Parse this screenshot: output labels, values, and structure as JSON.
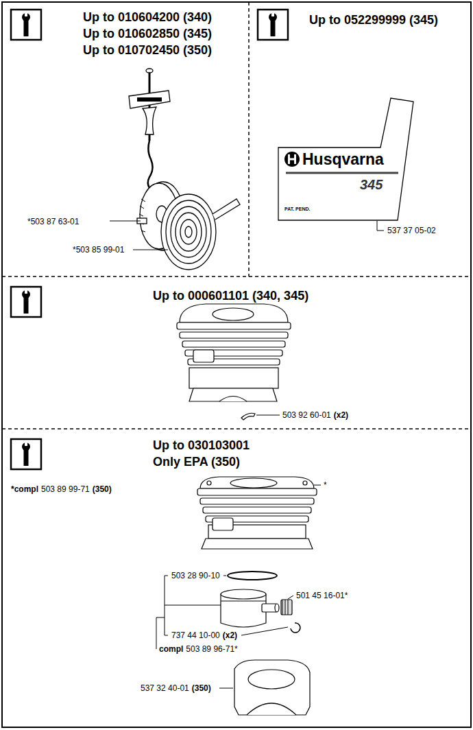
{
  "diagram": {
    "nodes": [
      {
        "text": [
          "Up to 010604200 (340)",
          "Up to 010602850 (345)",
          "Up to 010702450 (350)"
        ]
      },
      {
        "text": [
          "Up to 052299999 (345)"
        ]
      },
      {
        "text": [
          "Up to 000601101 (340, 345)"
        ]
      },
      {
        "text": [
          "Up to 030103001",
          "Only EPA (350)"
        ]
      },
      {
        "text": [
          "Husqvarna",
          "345",
          "PAT. PEND."
        ],
        "in": 1
      }
    ],
    "labels": [
      "*503 87 63-01",
      "*503 85 99-01",
      "537 37 05-02",
      "503 92 60-01",
      "(x2)",
      "*compl",
      "503 89 99-71",
      "(350)",
      "*",
      "503 28 90-10",
      "501 45 16-01*",
      "737 44 10-00",
      "(x2)",
      "compl",
      "503 89 96-71*",
      "537 32 40-01",
      "(350)"
    ]
  }
}
